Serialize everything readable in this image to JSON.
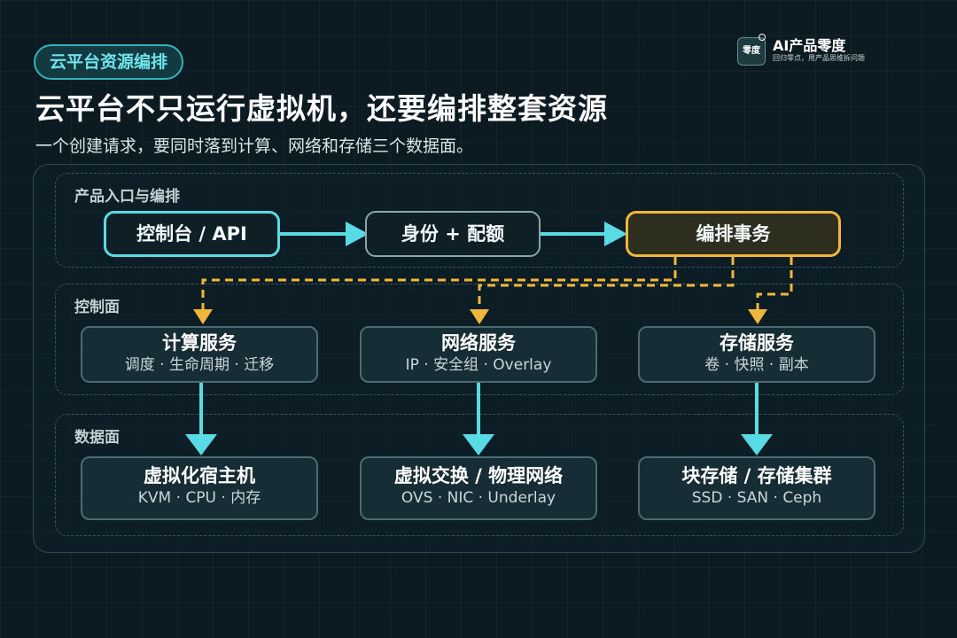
{
  "tag": "云平台资源编排",
  "brand": {
    "logo": "零度",
    "name": "AI产品零度",
    "slogan": "回归零点，用产品思维拆问题"
  },
  "title": "云平台不只运行虚拟机，还要编排整套资源",
  "subtitle": "一个创建请求，要同时落到计算、网络和存储三个数据面。",
  "sections": {
    "entry": {
      "label": "产品入口与编排",
      "steps": [
        "控制台 / API",
        "身份 + 配额",
        "编排事务"
      ]
    },
    "control": {
      "label": "控制面",
      "services": [
        {
          "title": "计算服务",
          "detail": "调度 · 生命周期 · 迁移"
        },
        {
          "title": "网络服务",
          "detail": "IP · 安全组 · Overlay"
        },
        {
          "title": "存储服务",
          "detail": "卷 · 快照 · 副本"
        }
      ]
    },
    "data": {
      "label": "数据面",
      "planes": [
        {
          "title": "虚拟化宿主机",
          "detail": "KVM · CPU · 内存"
        },
        {
          "title": "虚拟交换 / 物理网络",
          "detail": "OVS · NIC · Underlay"
        },
        {
          "title": "块存储 / 存储集群",
          "detail": "SSD · SAN · Ceph"
        }
      ]
    }
  },
  "colors": {
    "accent": "#58dbe4",
    "orchestration": "#f2b63a",
    "background": "#0c1a22"
  }
}
